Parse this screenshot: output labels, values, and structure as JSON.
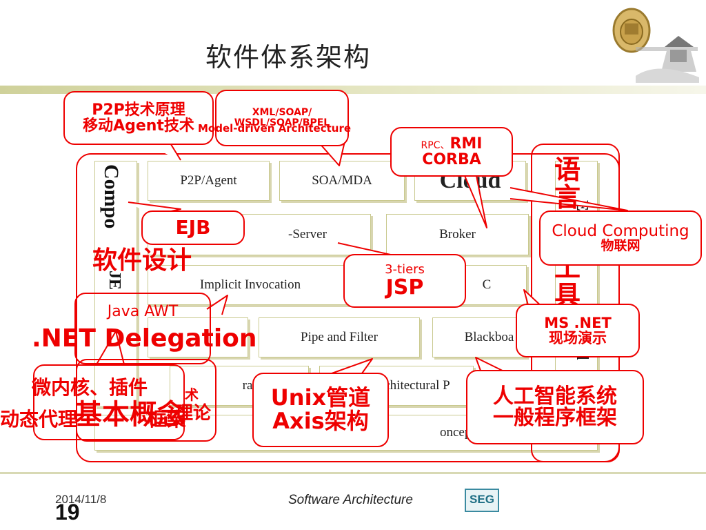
{
  "slide": {
    "title": "软件体系架构",
    "footer_date": "2014/11/8",
    "footer_title": "Software Architecture",
    "page_number": "19",
    "seg_logo": "SEG"
  },
  "layers": {
    "row1": [
      "P2P/Agent",
      "SOA/MDA",
      "Cloud"
    ],
    "row2": [
      "-Server",
      "Broker"
    ],
    "row3": [
      "Implicit Invocation",
      "C"
    ],
    "row4": [
      "Pipe and Filter",
      "Blackboa"
    ],
    "row5": [
      "ral Vie",
      "chitectural P"
    ],
    "row6": [
      "oncepts"
    ],
    "left_vertical": "Compo",
    "left_vertical_small": "JE",
    "right_vertical_a": "Ex",
    "right_vertical_b": "d"
  },
  "callouts": {
    "p2p": [
      "P2P技术原理",
      "移动Agent技术"
    ],
    "xml": [
      "XML/SOAP/",
      "WSDL/SOAP/BPEL",
      "Model-driven Architecture"
    ],
    "rmi_prefix": "RPC、",
    "rmi": [
      "RMI",
      "CORBA"
    ],
    "lang": [
      "语",
      "言"
    ],
    "tools": [
      "工",
      "具"
    ],
    "cloud": [
      "Cloud Computing",
      "物联网"
    ],
    "ejb": "EJB",
    "software_design": "软件设计",
    "tiers": [
      "3-tiers",
      "JSP"
    ],
    "java_awt": "Java AWT",
    "net_delegation": ".NET Delegation",
    "ms_net": [
      "MS .NET",
      "现场演示"
    ],
    "microkernel": [
      "微内核、插件",
      "动态代理"
    ],
    "basic_concepts": "基本概念",
    "unix": [
      "Unix管道",
      "Axis架构"
    ],
    "ai": [
      "人工智能系统",
      "一般程序框架"
    ],
    "tech_fragment": "术",
    "frame_fragment": "框架",
    "zhang_fragment": "理论"
  },
  "colors": {
    "accent": "#e00000",
    "box_border": "#c9c98e",
    "band": "#cfd19a"
  }
}
